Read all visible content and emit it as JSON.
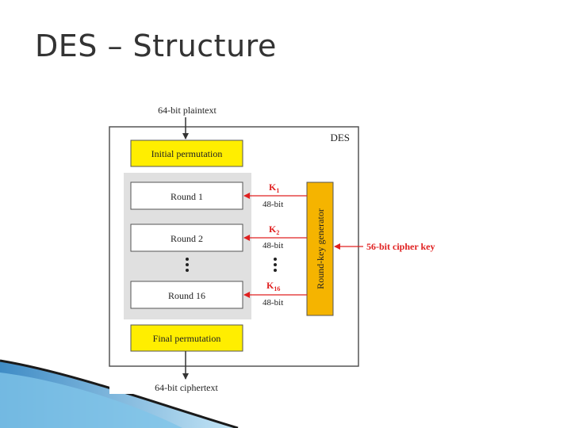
{
  "slide": {
    "title": "DES – Structure"
  },
  "diagram": {
    "input_label": "64-bit plaintext",
    "output_label": "64-bit ciphertext",
    "box_label": "DES",
    "initial_permutation": "Initial permutation",
    "final_permutation": "Final permutation",
    "rounds": [
      "Round 1",
      "Round 2",
      "Round 16"
    ],
    "keys": [
      {
        "name": "K",
        "sub": "1",
        "bits": "48-bit"
      },
      {
        "name": "K",
        "sub": "2",
        "bits": "48-bit"
      },
      {
        "name": "K",
        "sub": "16",
        "bits": "48-bit"
      }
    ],
    "key_generator": "Round-key generator",
    "cipher_key": "56-bit cipher key"
  },
  "colors": {
    "yellow": "#FFEE00",
    "orange": "#F5B400",
    "red": "#E02020",
    "rounds_bg": "#E0E0E0"
  }
}
